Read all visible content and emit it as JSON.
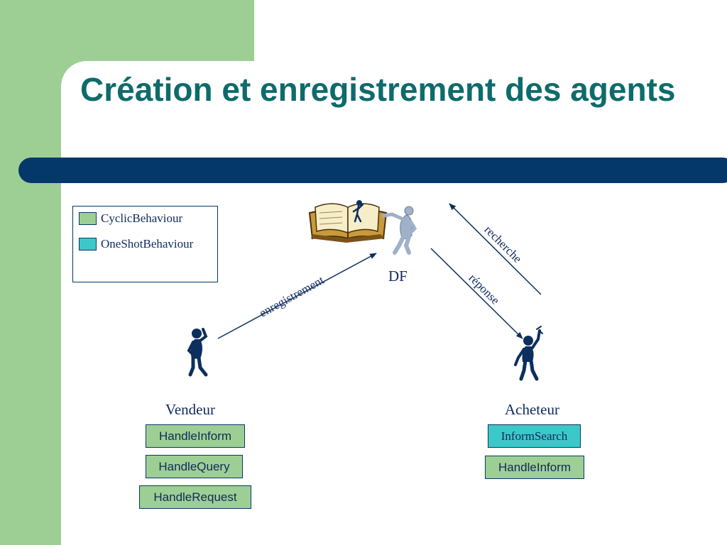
{
  "slide": {
    "title": "Création et enregistrement des agents"
  },
  "colors": {
    "side_band": "#9dcf95",
    "title_text": "#0f6b6b",
    "title_bar": "#04386a",
    "cyclic": "#9dcf95",
    "oneshot": "#3dc8c8",
    "text": "#102a5c",
    "figure": "#0d2f5e",
    "df_figure": "#9fb0c8"
  },
  "legend": {
    "items": [
      {
        "label": "CyclicBehaviour",
        "color": "#9dcf95"
      },
      {
        "label": "OneShotBehaviour",
        "color": "#3dc8c8"
      }
    ]
  },
  "agents": {
    "df": {
      "label": "DF",
      "icons": [
        "book-icon",
        "df-person-icon"
      ]
    },
    "vendeur": {
      "label": "Vendeur",
      "icon": "thinking-person-icon"
    },
    "acheteur": {
      "label": "Acheteur",
      "icon": "waving-person-icon"
    }
  },
  "edges": {
    "enregistrement": "enregistrement",
    "recherche": "recherche",
    "reponse": "réponse"
  },
  "behaviours": {
    "vendeur": [
      {
        "label": "HandleInform",
        "type": "CyclicBehaviour",
        "color": "#9dcf95"
      },
      {
        "label": "HandleQuery",
        "type": "CyclicBehaviour",
        "color": "#9dcf95"
      },
      {
        "label": "HandleRequest",
        "type": "CyclicBehaviour",
        "color": "#9dcf95"
      }
    ],
    "acheteur": [
      {
        "label": "InformSearch",
        "type": "OneShotBehaviour",
        "color": "#3dc8c8"
      },
      {
        "label": "HandleInform",
        "type": "CyclicBehaviour",
        "color": "#9dcf95"
      }
    ]
  }
}
